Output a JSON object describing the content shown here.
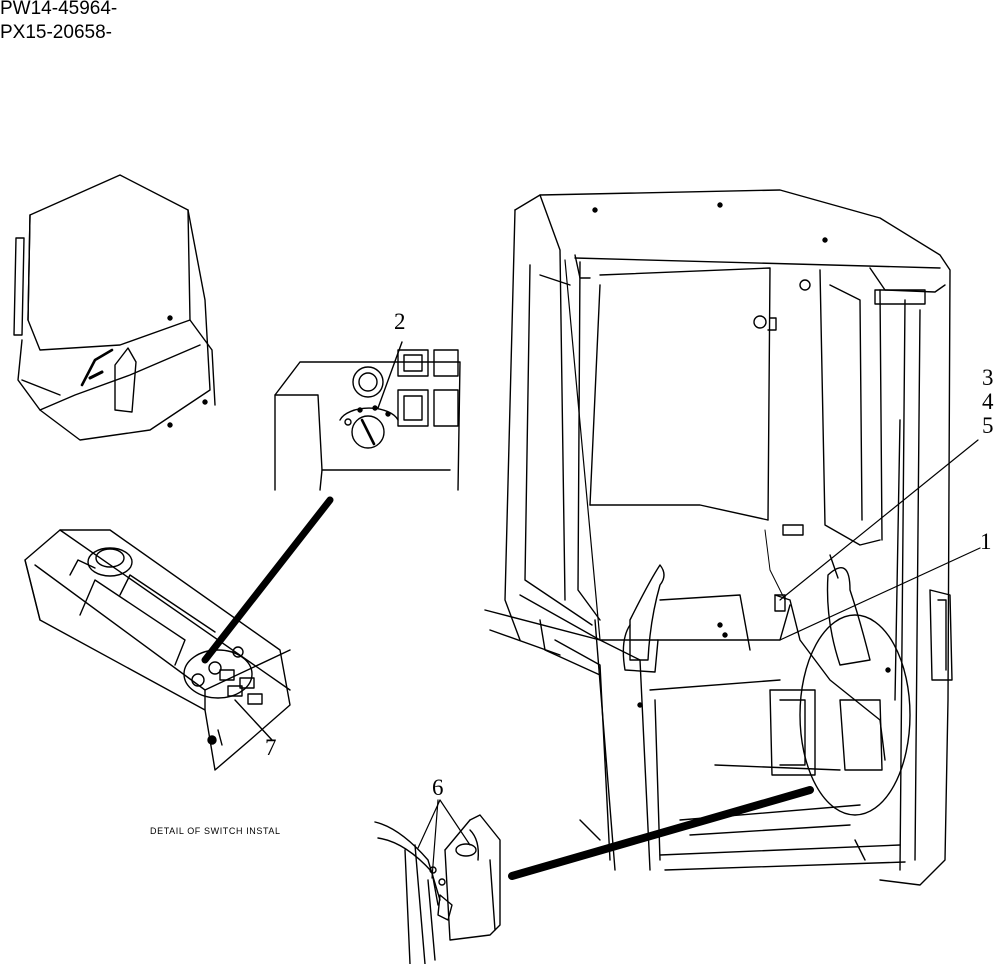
{
  "serial_numbers": [
    "PW14-45964-",
    "PX15-20658-"
  ],
  "callouts": {
    "c1": "1",
    "c2": "2",
    "c3": "3",
    "c4": "4",
    "c5": "5",
    "c6": "6",
    "c7": "7"
  },
  "caption": "DETAIL OF SWITCH INSTAL"
}
